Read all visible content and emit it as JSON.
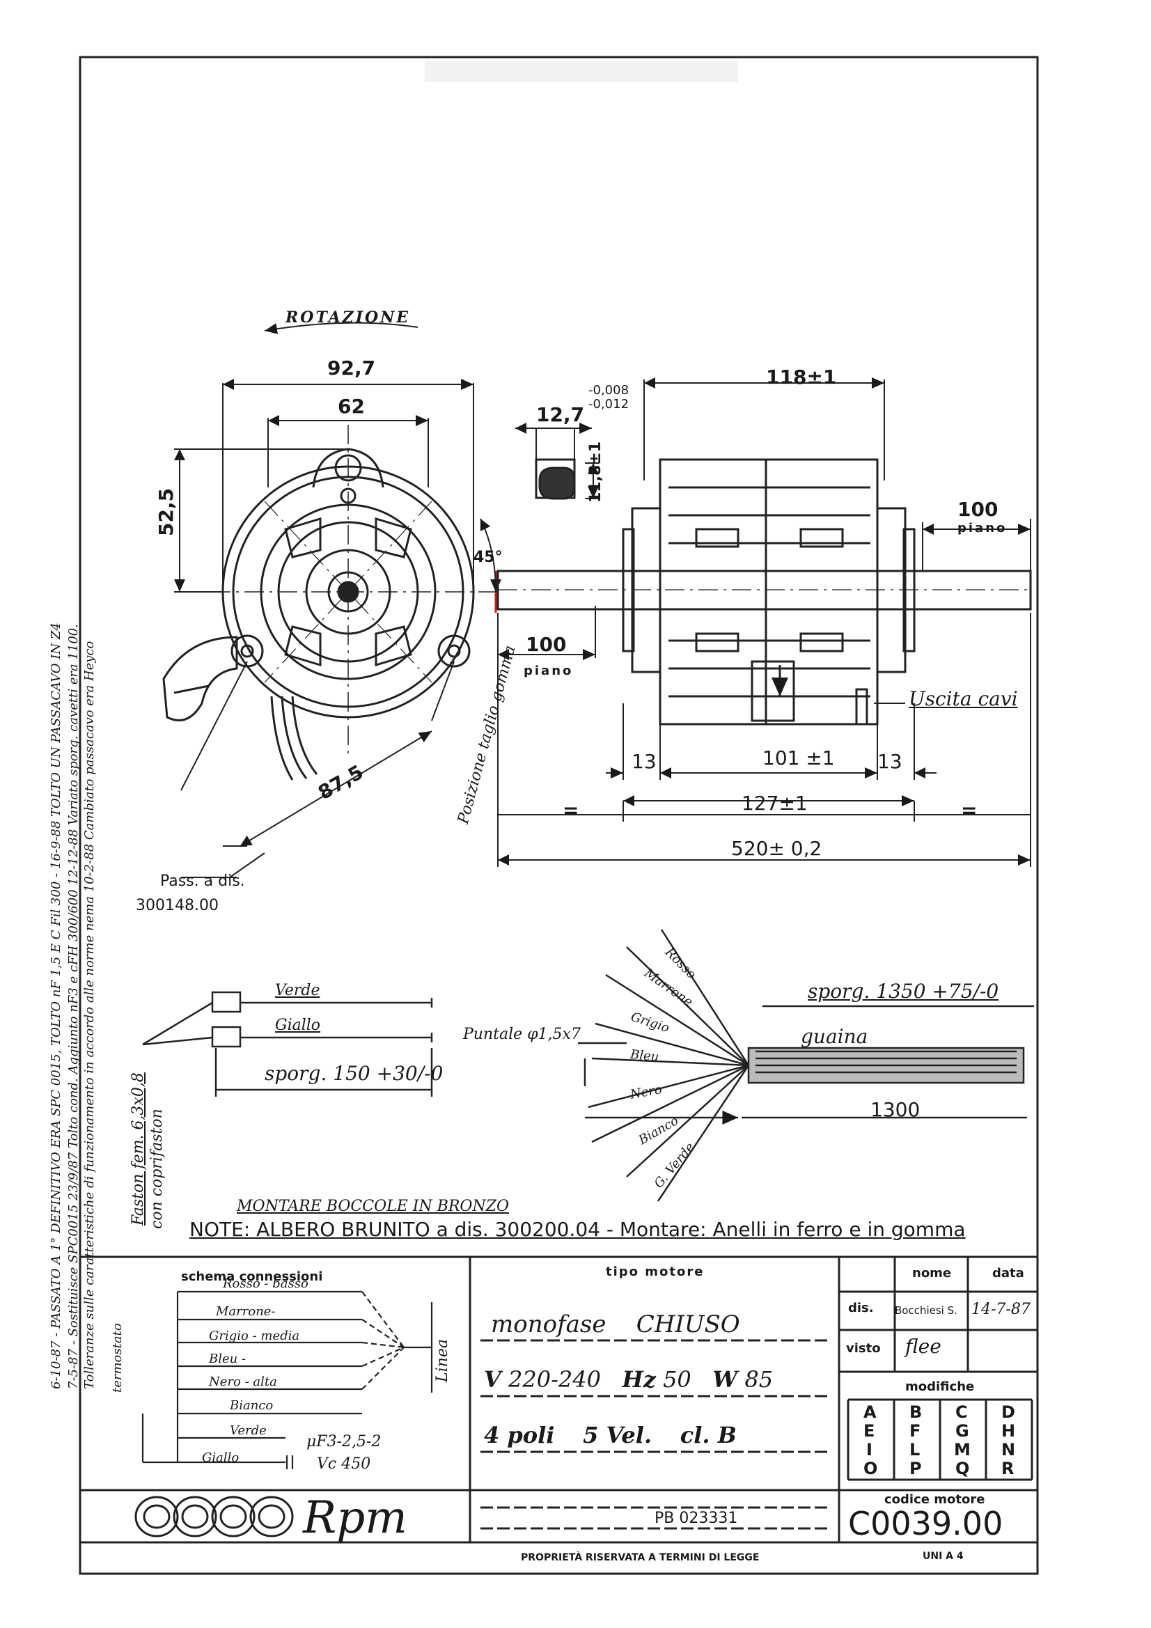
{
  "revisions": {
    "line1": "6-10-87 - PASSATO A 1° DEFINITIVO ERA SPC 0015, TOLTO nF 1,5 E C Fil 300 - 16-9-88 TOLTO UN PASSACAVO IN Z4",
    "line2": "7-5-87 - Sostituisce SPC0015   23/9/87 Tolto cond. Aggiunto nF3 e cFH 300/600   12-12-88 Variato sporg. cavetti era 1100.",
    "line3": "Tolleranze sulle caratteristiche di funzionamento in accordo alle norme nema   10-2-88 Cambiato passacavo era Heyco"
  },
  "drawing": {
    "rotation_label": "ROTAZIONE",
    "dim_92_7": "92,7",
    "dim_62": "62",
    "dim_52_5": "52,5",
    "dim_45": "45°",
    "dim_87_5": "87,5",
    "dim_12_7": "12,7",
    "tol_12_7_top": "-0,008",
    "tol_12_7_bot": "-0,012",
    "dim_11_8": "11,8±1",
    "dim_118": "118±1",
    "dim_100_right": "100",
    "piano_right": "piano",
    "dim_100_left": "100",
    "piano_left": "piano",
    "uscita_cavi": "Uscita cavi",
    "dim_13_left": "13",
    "dim_101": "101 ±1",
    "dim_13_right": "13",
    "dim_127": "127±1",
    "eq_left": "=",
    "eq_right": "=",
    "dim_520": "520± 0,2",
    "posizione_taglio": "Posizione taglio gomma",
    "pass_dis_label": "Pass. a dis.",
    "pass_dis_num": "300148.00"
  },
  "wiring": {
    "verde": "Verde",
    "giallo": "Giallo",
    "sporg150": "sporg. 150 +30/-0",
    "faston1": "Faston fem. 6,3x0,8",
    "faston2": "con coprifaston",
    "puntale": "Puntale φ1,5x7",
    "wires": [
      "Rosso",
      "Marrone",
      "Grigio",
      "Bleu",
      "Nero",
      "Bianco",
      "G. Verde"
    ],
    "sporg1350": "sporg. 1350 +75/-0",
    "guaina": "guaina",
    "dim_1300": "1300"
  },
  "notes": {
    "montare_boccole": "MONTARE BOCCOLE IN BRONZO",
    "note_line": "NOTE: ALBERO BRUNITO a dis. 300200.04 - Montare: Anelli in ferro e in gomma"
  },
  "schema": {
    "title": "schema connessioni",
    "rosso": "Rosso - basso",
    "marrone": "Marrone-",
    "grigio": "Grigio - media",
    "bleu": "Bleu -",
    "nero": "Nero - alta",
    "bianco": "Bianco",
    "verde": "Verde",
    "giallo": "Giallo",
    "termostato": "termostato",
    "linea": "Linea",
    "uf": "μF3-2,5-2",
    "vc": "Vc 450"
  },
  "motor": {
    "tipo_label": "tipo motore",
    "line1": "monofase    CHIUSO",
    "v_label": "V",
    "v_value": "220-240",
    "hz_label": "Hz",
    "hz_value": "50",
    "w_label": "W",
    "w_value": "85",
    "poli": "4 poli",
    "vel": "5 Vel.",
    "cl": "cl. B"
  },
  "titleblock": {
    "nome": "nome",
    "data": "data",
    "dis_label": "dis.",
    "dis_name": "Bocchiesi S.",
    "dis_date": "14-7-87",
    "visto": "visto",
    "visto_sig": "flee",
    "modifiche": "modifiche",
    "grid": [
      [
        "A",
        "B",
        "C",
        "D"
      ],
      [
        "E",
        "F",
        "G",
        "H"
      ],
      [
        "I",
        "L",
        "M",
        "N"
      ],
      [
        "O",
        "P",
        "Q",
        "R"
      ]
    ],
    "codice_label": "codice motore",
    "codice": "C0039.00",
    "pb": "PB 023331",
    "uni": "UNI A 4",
    "proprieta": "PROPRIETÀ RISERVATA A TERMINI DI LEGGE",
    "logo_text": "Rpm"
  }
}
